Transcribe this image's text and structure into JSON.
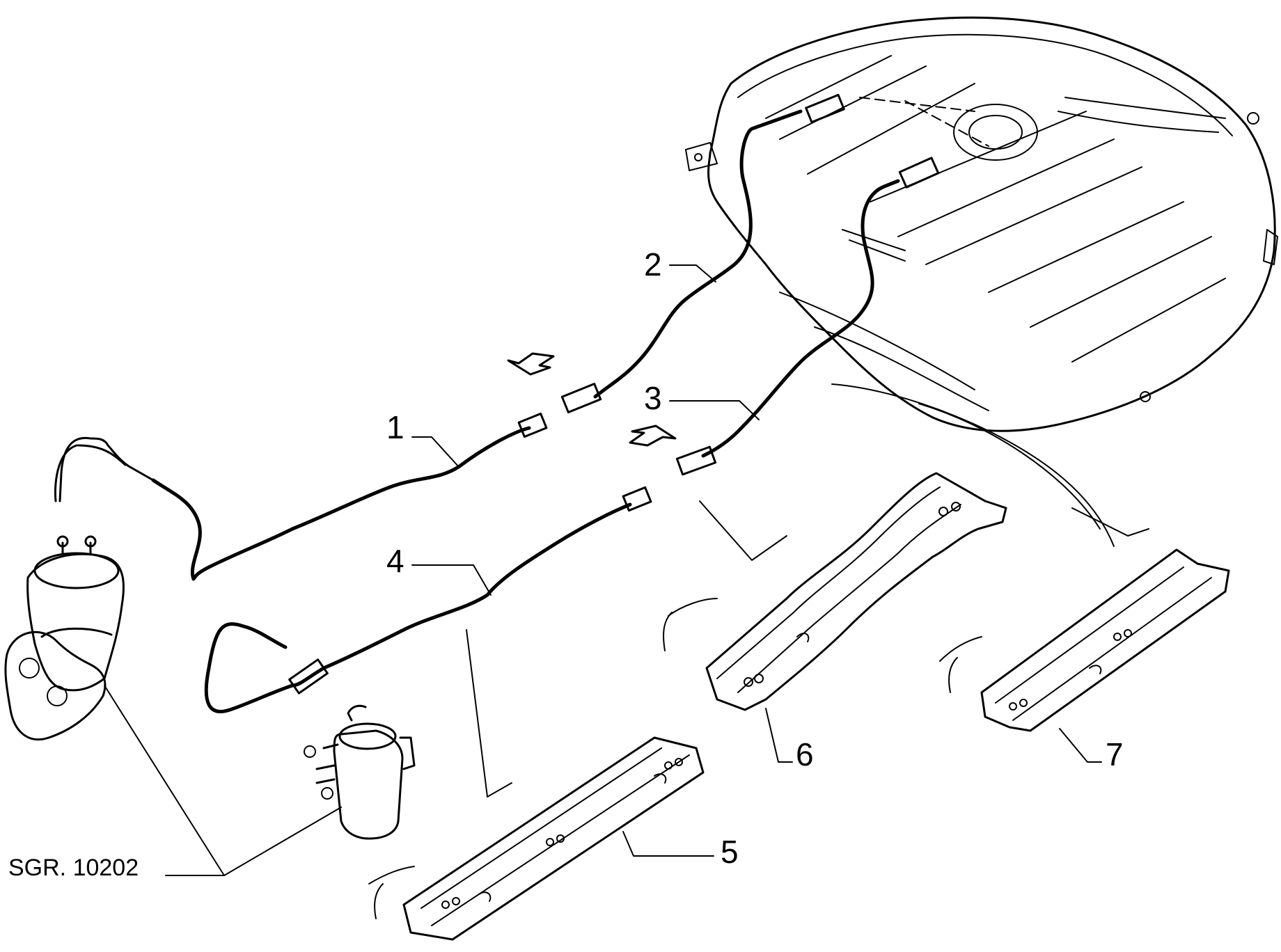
{
  "reference_code": "SGR. 10202",
  "callouts": [
    {
      "id": "1",
      "label": "1"
    },
    {
      "id": "2",
      "label": "2"
    },
    {
      "id": "3",
      "label": "3"
    },
    {
      "id": "4",
      "label": "4"
    },
    {
      "id": "5",
      "label": "5"
    },
    {
      "id": "6",
      "label": "6"
    },
    {
      "id": "7",
      "label": "7"
    }
  ]
}
